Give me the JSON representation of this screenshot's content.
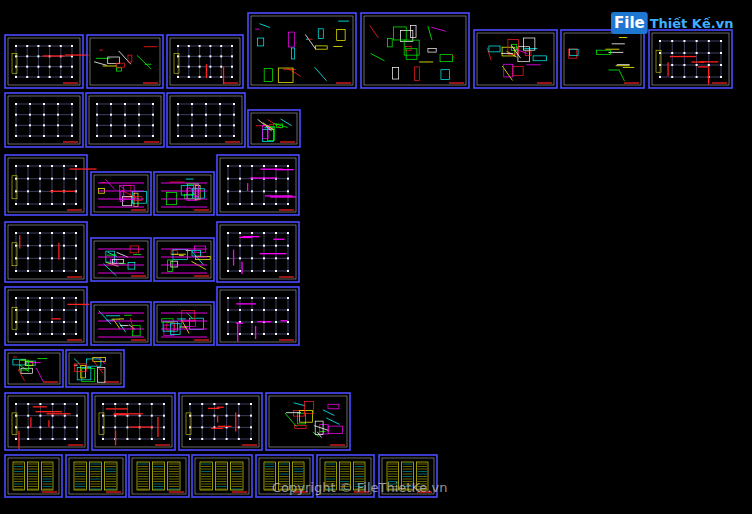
{
  "diagram": {
    "labels": [
      "File",
      "Thiết Kế.vn",
      "Copyright © FileThietKe.vn"
    ]
  }
}
